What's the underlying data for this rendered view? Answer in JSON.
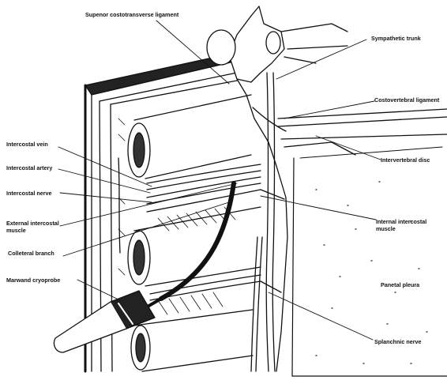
{
  "labels": {
    "superior_costotransverse_ligament": "Supenor costotransverse ligament",
    "sympathetic_trunk": "Sympathetic trunk",
    "costovertebral_ligament": "Costovertebral ligament",
    "intervertebral_disc": "Intervertebral disc",
    "intercostal_vein": "Intercostal vein",
    "intercostal_artery": "Intercostal artery",
    "intercostal_nerve": "Intercostal nerve",
    "external_intercostal_muscle_line1": "External intercostal",
    "external_intercostal_muscle_line2": "muscle",
    "collateral_branch": "Colleteral branch",
    "cryoprobe": "Marwand cryoprobe",
    "internal_intercostal_muscle_line1": "Internal intercostal",
    "internal_intercostal_muscle_line2": "muscle",
    "parietal_pleura": "Panetal pleura",
    "splanchnic_nerve": "Splanchnic nerve"
  },
  "colors": {
    "ink": "#111111",
    "paper": "#ffffff"
  }
}
